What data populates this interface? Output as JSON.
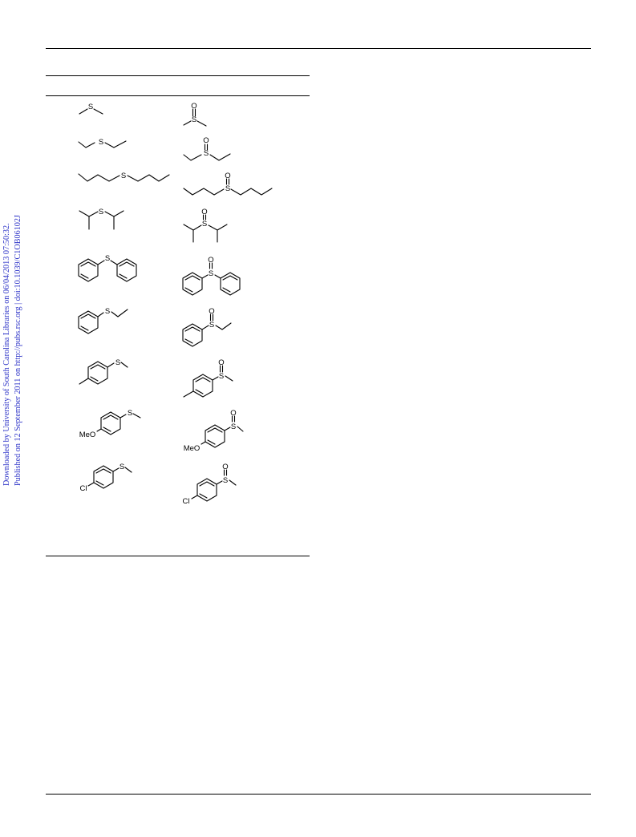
{
  "watermark": {
    "line1": "Downloaded by University of South Carolina Libraries on 06/04/2013 07:50:32.",
    "line2": "Published on 12 September 2011 on http://pubs.rsc.org | doi:10.1039/C1OB06102J"
  },
  "table": {
    "rows": [
      {
        "substrate": "dimethyl sulfide",
        "product": "dimethyl sulfoxide"
      },
      {
        "substrate": "diethyl sulfide",
        "product": "diethyl sulfoxide"
      },
      {
        "substrate": "dibutyl sulfide",
        "product": "dibutyl sulfoxide"
      },
      {
        "substrate": "diisopropyl sulfide",
        "product": "diisopropyl sulfoxide"
      },
      {
        "substrate": "diphenyl sulfide",
        "product": "diphenyl sulfoxide"
      },
      {
        "substrate": "ethyl phenyl sulfide",
        "product": "ethyl phenyl sulfoxide"
      },
      {
        "substrate": "methyl p-tolyl sulfide",
        "product": "methyl p-tolyl sulfoxide"
      },
      {
        "substrate": "4-methoxyphenyl methyl sulfide",
        "product": "4-methoxyphenyl methyl sulfoxide"
      },
      {
        "substrate": "4-chlorophenyl methyl sulfide",
        "product": "4-chlorophenyl methyl sulfoxide"
      }
    ],
    "atom_labels": {
      "sulfur": "S",
      "oxygen": "O",
      "methoxy": "MeO",
      "chloro": "Cl"
    }
  }
}
